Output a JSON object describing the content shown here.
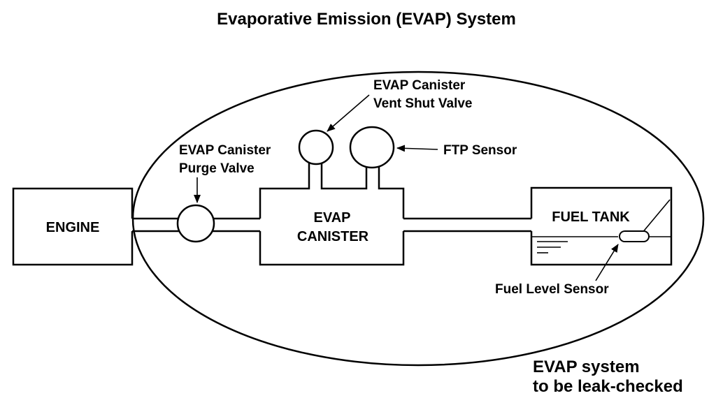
{
  "title": "Evaporative Emission (EVAP) System",
  "components": {
    "engine": "ENGINE",
    "canister_line1": "EVAP",
    "canister_line2": "CANISTER",
    "fuel_tank": "FUEL TANK"
  },
  "labels": {
    "purge_valve_line1": "EVAP Canister",
    "purge_valve_line2": "Purge Valve",
    "vent_valve_line1": "EVAP Canister",
    "vent_valve_line2": "Vent Shut Valve",
    "ftp_sensor": "FTP Sensor",
    "fuel_level_sensor": "Fuel Level Sensor"
  },
  "note": {
    "line1": "EVAP system",
    "line2": "to be leak-checked"
  },
  "colors": {
    "stroke": "#000000",
    "background": "#ffffff"
  }
}
